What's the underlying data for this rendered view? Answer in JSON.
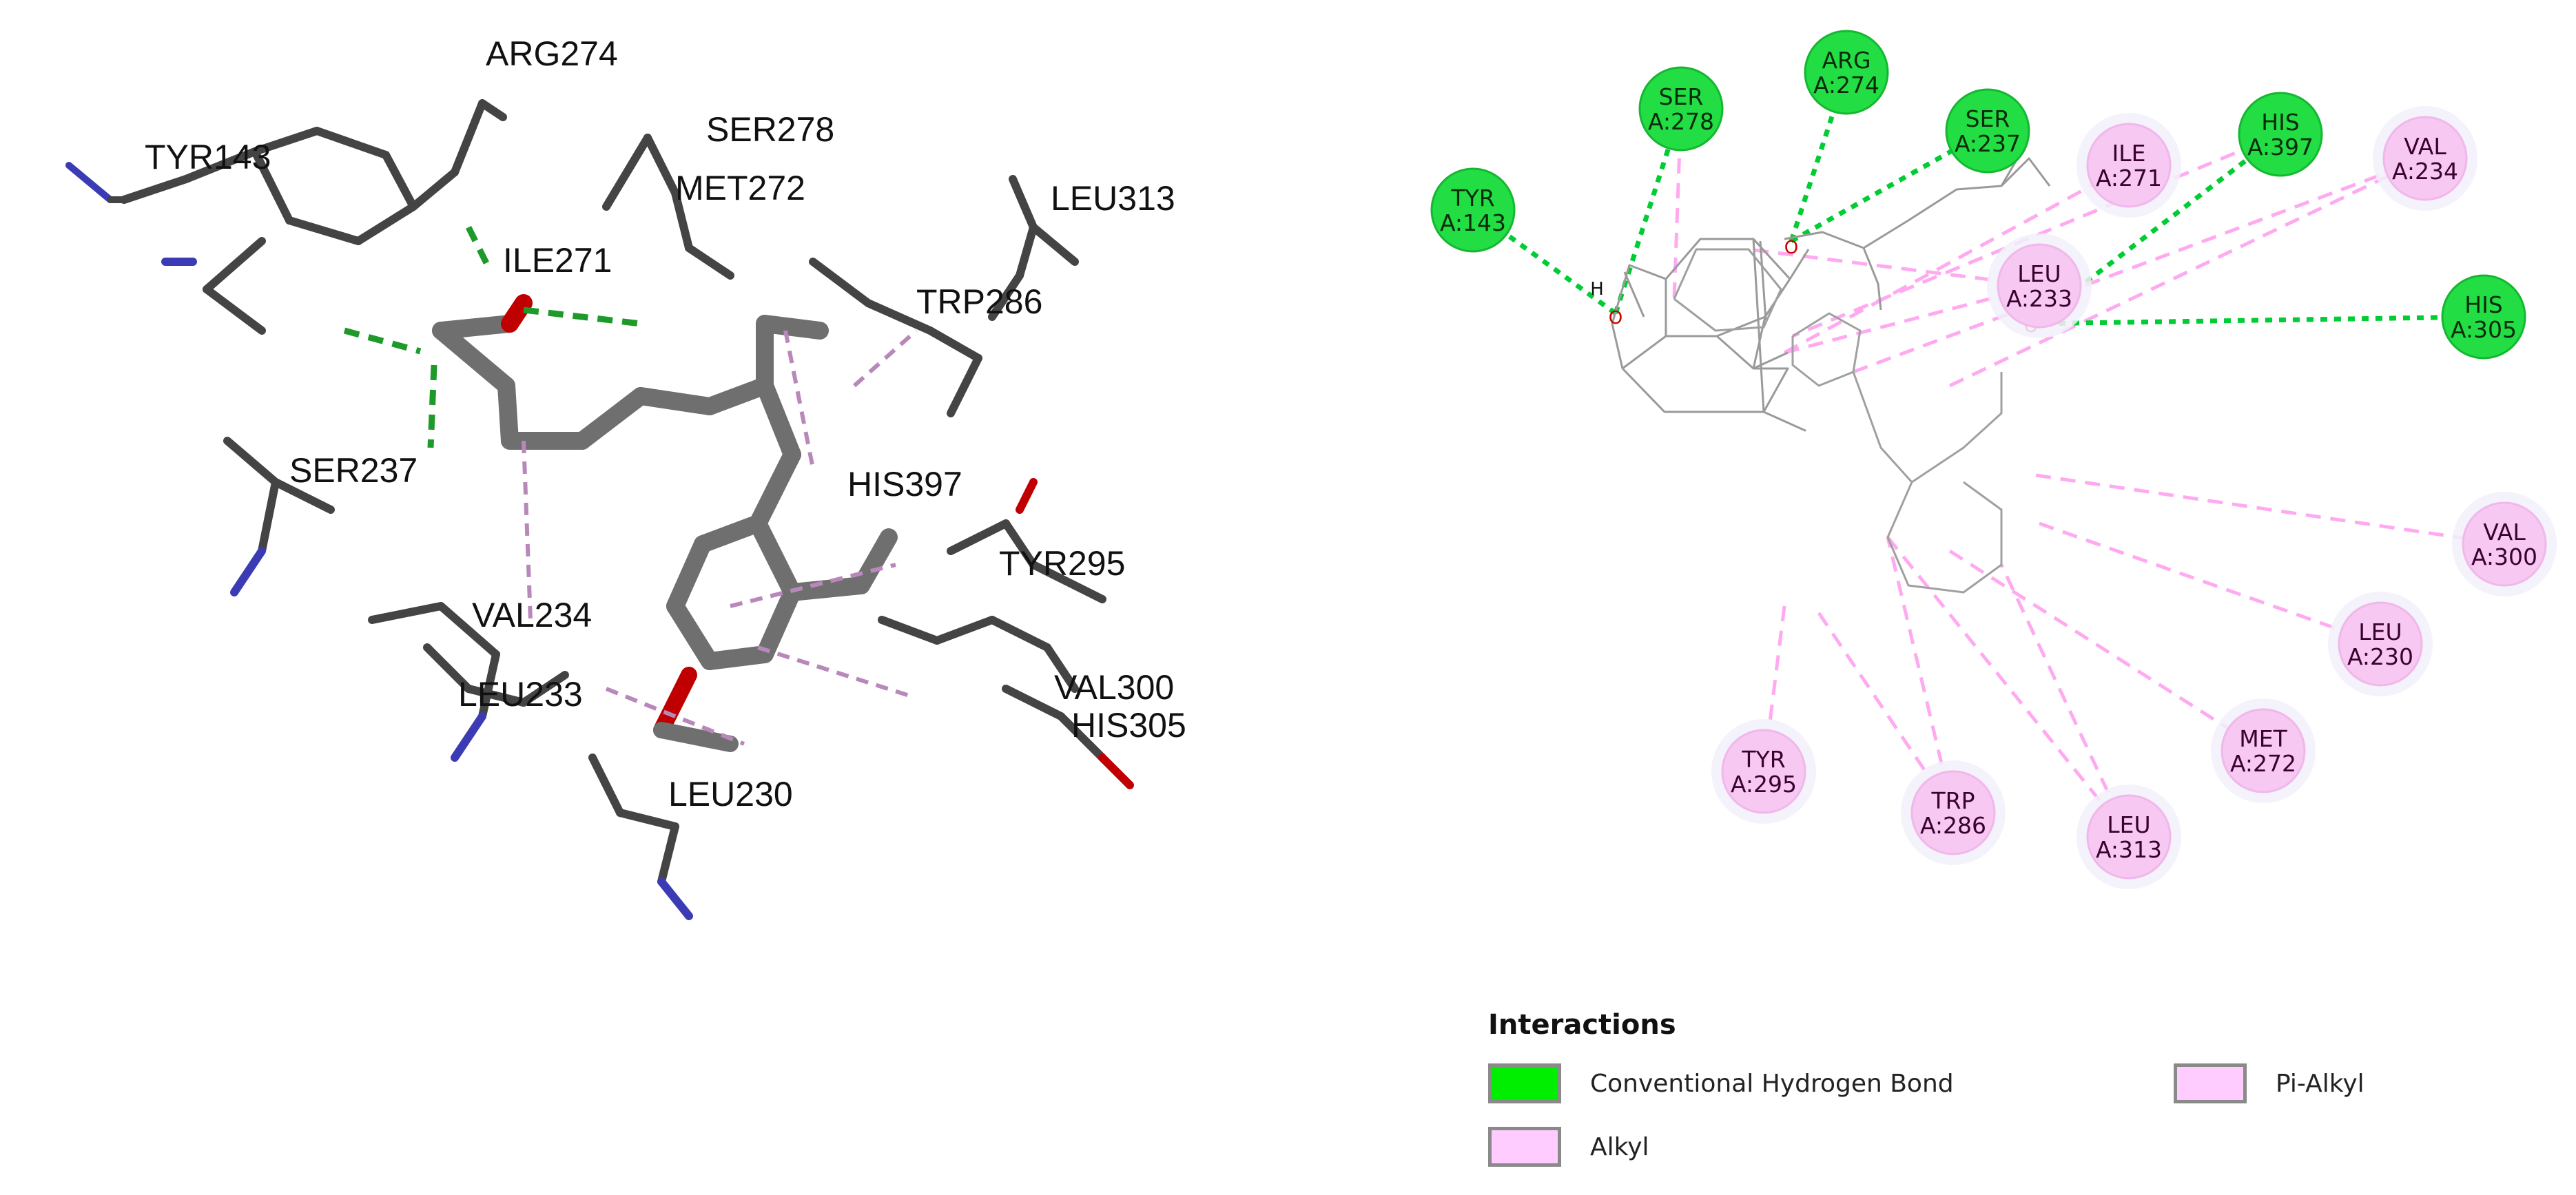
{
  "view3d": {
    "residue_labels": [
      "ARG274",
      "SER278",
      "TYR143",
      "MET272",
      "LEU313",
      "ILE271",
      "TRP286",
      "SER237",
      "HIS397",
      "TYR295",
      "VAL234",
      "LEU233",
      "VAL300",
      "HIS305",
      "LEU230"
    ]
  },
  "diagram2d": {
    "residues": [
      {
        "name": "TYR",
        "chain_pos": "A:143",
        "type": "hbond"
      },
      {
        "name": "SER",
        "chain_pos": "A:278",
        "type": "hbond"
      },
      {
        "name": "ARG",
        "chain_pos": "A:274",
        "type": "hbond"
      },
      {
        "name": "SER",
        "chain_pos": "A:237",
        "type": "hbond"
      },
      {
        "name": "ILE",
        "chain_pos": "A:271",
        "type": "alkyl"
      },
      {
        "name": "LEU",
        "chain_pos": "A:233",
        "type": "alkyl"
      },
      {
        "name": "HIS",
        "chain_pos": "A:397",
        "type": "hbond"
      },
      {
        "name": "VAL",
        "chain_pos": "A:234",
        "type": "alkyl"
      },
      {
        "name": "HIS",
        "chain_pos": "A:305",
        "type": "hbond"
      },
      {
        "name": "VAL",
        "chain_pos": "A:300",
        "type": "alkyl"
      },
      {
        "name": "LEU",
        "chain_pos": "A:230",
        "type": "alkyl"
      },
      {
        "name": "MET",
        "chain_pos": "A:272",
        "type": "alkyl"
      },
      {
        "name": "LEU",
        "chain_pos": "A:313",
        "type": "alkyl"
      },
      {
        "name": "TRP",
        "chain_pos": "A:286",
        "type": "alkyl"
      },
      {
        "name": "TYR",
        "chain_pos": "A:295",
        "type": "alkyl"
      }
    ],
    "atoms": {
      "oxygen": "O",
      "hydrogen": "H"
    }
  },
  "legend": {
    "title": "Interactions",
    "items": [
      {
        "label": "Conventional Hydrogen Bond",
        "color": "#00ee00"
      },
      {
        "label": "Pi-Alkyl",
        "color": "#ffccff"
      },
      {
        "label": "Alkyl",
        "color": "#ffccff"
      }
    ]
  },
  "colors": {
    "hbond_fill": "#22dd44",
    "hbond_line": "#00cc33",
    "alkyl_fill": "#f7c8f2",
    "alkyl_line": "#ffaaf0",
    "alkyl_text": "#3a0030"
  }
}
